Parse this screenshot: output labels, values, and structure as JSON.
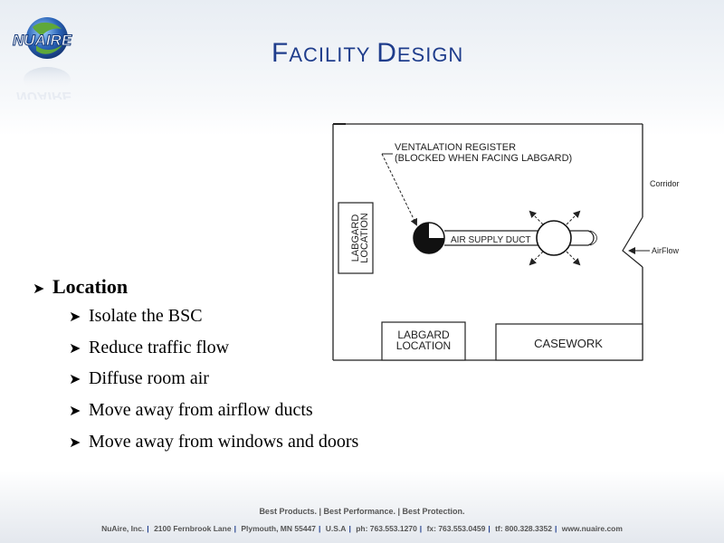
{
  "header": {
    "logo_text": "NUAIRE",
    "title_first_letter_1": "F",
    "title_rest_1": "ACILITY ",
    "title_first_letter_2": "D",
    "title_rest_2": "ESIGN"
  },
  "diagram": {
    "ventilation_register_line1": "VENTALATION REGISTER",
    "ventilation_register_line2": "(BLOCKED WHEN FACING LABGARD)",
    "corridor": "Corridor",
    "air_supply_duct": "AIR SUPPLY DUCT",
    "airflow": "AirFlow",
    "labgard_location_side_line1": "LABGARD",
    "labgard_location_side_line2": "LOCATION",
    "labgard_location_bottom_line1": "LABGARD",
    "labgard_location_bottom_line2": "LOCATION",
    "casework": "CASEWORK"
  },
  "bullets": {
    "main": "Location",
    "items": [
      "Isolate the BSC",
      "Reduce traffic flow",
      "Diffuse room air",
      "Move away from airflow ducts",
      "Move away from windows and doors"
    ]
  },
  "footer": {
    "tagline": "Best Products.  |  Best Performance.  |  Best Protection.",
    "contact": [
      "NuAire, Inc.",
      "2100 Fernbrook Lane",
      "Plymouth, MN 55447",
      "U.S.A",
      "ph: 763.553.1270",
      "fx: 763.553.0459",
      "tf: 800.328.3352",
      "www.nuaire.com"
    ]
  },
  "colors": {
    "title": "#1f3d8c",
    "logo_green": "#5fa83a",
    "logo_blue": "#2a63b8"
  }
}
